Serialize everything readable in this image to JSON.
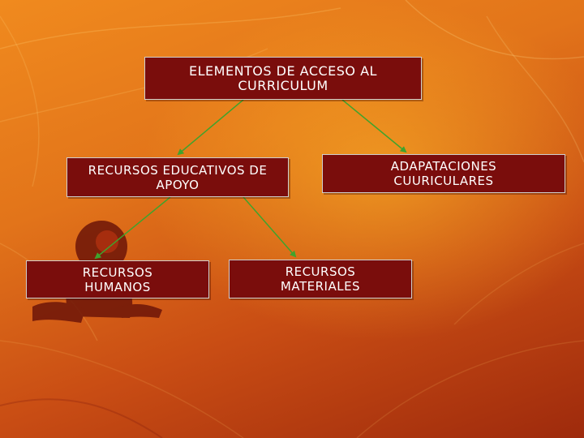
{
  "colors": {
    "box_fill": "#7a0d0c",
    "box_border": "#cfcfcf",
    "text": "#ffffff",
    "arrow": "#3fa32d"
  },
  "nodes": {
    "title": "ELEMENTOS DE ACCESO AL\nCURRICULUM",
    "recursos_educativos": "RECURSOS EDUCATIVOS DE\nAPOYO",
    "adaptaciones": "ADAPATACIONES\nCUURICULARES",
    "humanos": "RECURSOS\nHUMANOS",
    "materiales": "RECURSOS\nMATERIALES"
  },
  "edges": [
    {
      "from": "title",
      "to": "recursos_educativos"
    },
    {
      "from": "title",
      "to": "adaptaciones"
    },
    {
      "from": "recursos_educativos",
      "to": "humanos"
    },
    {
      "from": "recursos_educativos",
      "to": "materiales"
    }
  ]
}
